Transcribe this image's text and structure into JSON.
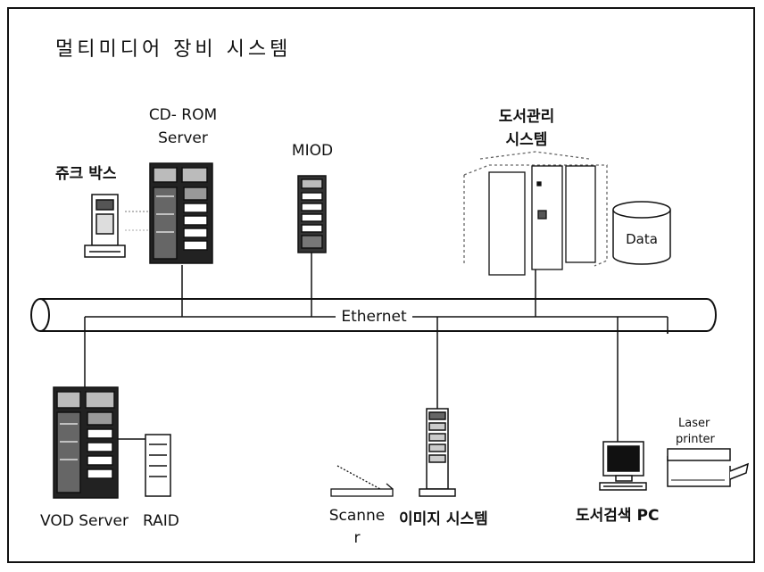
{
  "diagram": {
    "title": "멀티미디어 장비 시스템",
    "bus_label": "Ethernet",
    "nodes": {
      "cd_rom_server": {
        "label_line1": "CD- ROM",
        "label_line2": "Server"
      },
      "miod": {
        "label": "MIOD"
      },
      "jukebox": {
        "label": "쥬크 박스"
      },
      "library_system": {
        "label_line1": "도서관리",
        "label_line2": "시스템"
      },
      "data": {
        "label": "Data"
      },
      "vod_server": {
        "label": "VOD Server"
      },
      "raid": {
        "label": "RAID"
      },
      "scanner": {
        "label_line1": "Scanne",
        "label_line2": "r"
      },
      "image_system": {
        "label": "이미지 시스템"
      },
      "search_pc": {
        "label": "도서검색 PC"
      },
      "laser_printer": {
        "label_line1": "Laser",
        "label_line2": "printer"
      }
    }
  }
}
